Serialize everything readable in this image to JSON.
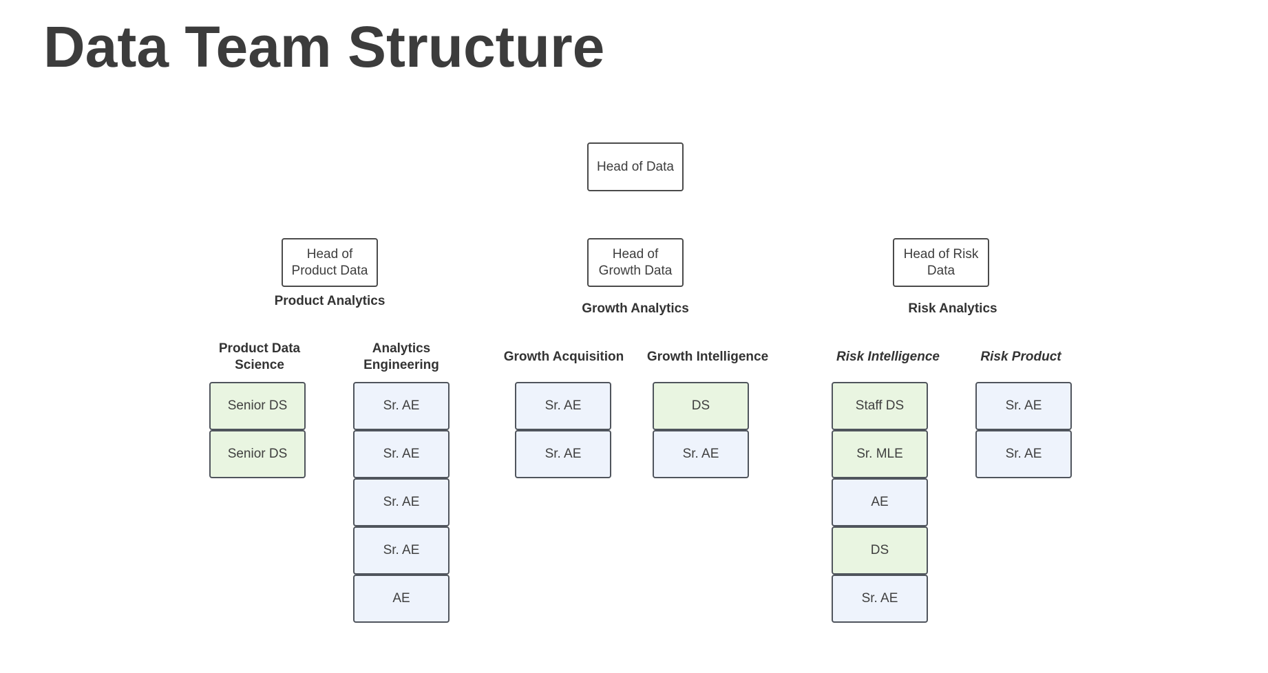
{
  "title": "Data Team Structure",
  "colors": {
    "ds_fill": "#e9f5e1",
    "ae_fill": "#eef3fc",
    "border": "#4a4a4a"
  },
  "head": {
    "label": "Head of Data"
  },
  "branches": [
    {
      "head_label": "Head of Product Data",
      "group_label": "Product Analytics",
      "teams": [
        {
          "label": "Product Data Science",
          "italic": false,
          "members": [
            {
              "role": "Senior DS",
              "kind": "ds"
            },
            {
              "role": "Senior DS",
              "kind": "ds"
            }
          ]
        },
        {
          "label": "Analytics Engineering",
          "italic": false,
          "members": [
            {
              "role": "Sr. AE",
              "kind": "ae"
            },
            {
              "role": "Sr. AE",
              "kind": "ae"
            },
            {
              "role": "Sr. AE",
              "kind": "ae"
            },
            {
              "role": "Sr. AE",
              "kind": "ae"
            },
            {
              "role": "AE",
              "kind": "ae"
            }
          ]
        }
      ]
    },
    {
      "head_label": "Head of Growth Data",
      "group_label": "Growth Analytics",
      "teams": [
        {
          "label": "Growth Acquisition",
          "italic": false,
          "members": [
            {
              "role": "Sr. AE",
              "kind": "ae"
            },
            {
              "role": "Sr. AE",
              "kind": "ae"
            }
          ]
        },
        {
          "label": "Growth Intelligence",
          "italic": false,
          "members": [
            {
              "role": "DS",
              "kind": "ds"
            },
            {
              "role": "Sr. AE",
              "kind": "ae"
            }
          ]
        }
      ]
    },
    {
      "head_label": "Head of Risk Data",
      "group_label": "Risk Analytics",
      "teams": [
        {
          "label": "Risk Intelligence",
          "italic": true,
          "members": [
            {
              "role": "Staff DS",
              "kind": "ds"
            },
            {
              "role": "Sr. MLE",
              "kind": "ds"
            },
            {
              "role": "AE",
              "kind": "ae"
            },
            {
              "role": "DS",
              "kind": "ds"
            },
            {
              "role": "Sr. AE",
              "kind": "ae"
            }
          ]
        },
        {
          "label": "Risk Product",
          "italic": true,
          "members": [
            {
              "role": "Sr. AE",
              "kind": "ae"
            },
            {
              "role": "Sr. AE",
              "kind": "ae"
            }
          ]
        }
      ]
    }
  ]
}
